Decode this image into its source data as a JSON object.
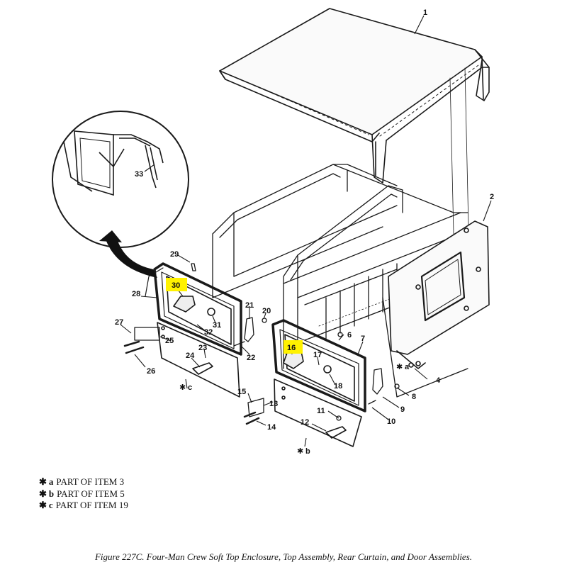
{
  "callouts": {
    "n1": "1",
    "n2": "2",
    "n4": "4",
    "n6": "6",
    "n7": "7",
    "n8": "8",
    "n9": "9",
    "n10": "10",
    "n11": "11",
    "n12": "12",
    "n13": "13",
    "n14": "14",
    "n15": "15",
    "n16": "16",
    "n17": "17",
    "n18": "18",
    "n20": "20",
    "n21": "21",
    "n22": "22",
    "n23": "23",
    "n24": "24",
    "n25": "25",
    "n26": "26",
    "n27": "27",
    "n28": "28",
    "n29": "29",
    "n30": "30",
    "n31": "31",
    "n32": "32",
    "n33": "33"
  },
  "markers": {
    "a": "a",
    "b": "b",
    "c": "c",
    "star": "✱"
  },
  "highlight_color": "#fff200",
  "legend": [
    {
      "star": "✱",
      "letter": "a",
      "text": "PART OF ITEM 3"
    },
    {
      "star": "✱",
      "letter": "b",
      "text": "PART OF ITEM 5"
    },
    {
      "star": "✱",
      "letter": "c",
      "text": "PART OF ITEM 19"
    }
  ],
  "caption": "Figure 227C.  Four-Man Crew Soft Top Enclosure, Top Assembly, Rear Curtain, and Door Assemblies."
}
